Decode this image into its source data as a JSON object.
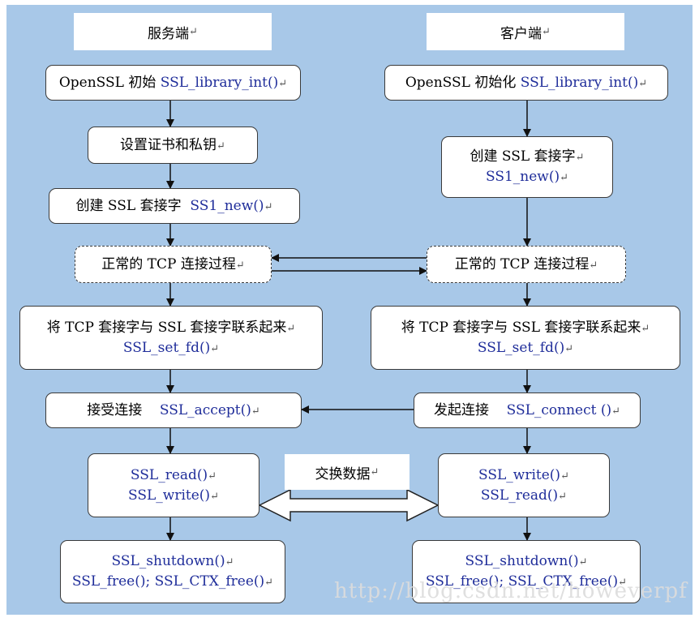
{
  "server": {
    "title": "服务端",
    "init": {
      "text": "OpenSSL 初始",
      "api": "SSL_library_int()"
    },
    "cert": {
      "text": "设置证书和私钥"
    },
    "create": {
      "text": "创建 SSL 套接字",
      "api": "SS1_new()"
    },
    "tcp": {
      "text": "正常的 TCP 连接过程"
    },
    "bind": {
      "text": "将 TCP 套接字与 SSL 套接字联系起来",
      "api": "SSL_set_fd()"
    },
    "accept": {
      "text": "接受连接",
      "api": "SSL_accept()"
    },
    "rw": {
      "line1": "SSL_read()",
      "line2": "SSL_write()"
    },
    "shutdown": {
      "line1": "SSL_shutdown()",
      "line2": "SSL_free(); SSL_CTX_free()"
    }
  },
  "client": {
    "title": "客户端",
    "init": {
      "text": "OpenSSL 初始化",
      "api": "SSL_library_int()"
    },
    "create": {
      "text": "创建 SSL 套接字",
      "api": "SS1_new()"
    },
    "tcp": {
      "text": "正常的 TCP 连接过程"
    },
    "bind": {
      "text": "将 TCP 套接字与 SSL 套接字联系起来",
      "api": "SSL_set_fd()"
    },
    "connect": {
      "text": "发起连接",
      "api": "SSL_connect ()"
    },
    "rw": {
      "line1": "SSL_write()",
      "line2": "SSL_read()"
    },
    "shutdown": {
      "line1": "SSL_shutdown()",
      "line2": "SSL_free(); SSL_CTX_free()"
    }
  },
  "exchange_label": "交换数据",
  "return_mark": "↵",
  "watermark": "http://blog.csdn.net/howeverpf",
  "colors": {
    "background": "#a8c8e8",
    "api_text": "#1f2d9a",
    "border": "#3a3a3a"
  }
}
